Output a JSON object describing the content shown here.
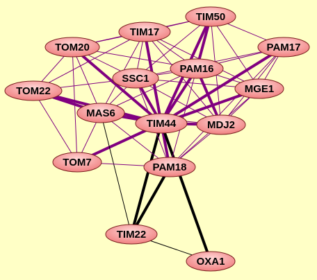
{
  "colors": {
    "background": "#ffffc6",
    "node_fill_light": "#ffd6d6",
    "node_fill_dark": "#f08080",
    "node_stroke": "#7a1f1f",
    "edge_purple": "#800080",
    "edge_black": "#000000"
  },
  "nodes": [
    {
      "id": "TIM50",
      "label": "TIM50"
    },
    {
      "id": "TIM17",
      "label": "TIM17"
    },
    {
      "id": "PAM17",
      "label": "PAM17"
    },
    {
      "id": "TOM20",
      "label": "TOM20"
    },
    {
      "id": "PAM16",
      "label": "PAM16"
    },
    {
      "id": "SSC1",
      "label": "SSC1"
    },
    {
      "id": "MGE1",
      "label": "MGE1"
    },
    {
      "id": "TOM22",
      "label": "TOM22"
    },
    {
      "id": "MAS6",
      "label": "MAS6"
    },
    {
      "id": "TIM44",
      "label": "TIM44"
    },
    {
      "id": "MDJ2",
      "label": "MDJ2"
    },
    {
      "id": "TOM7",
      "label": "TOM7"
    },
    {
      "id": "PAM18",
      "label": "PAM18"
    },
    {
      "id": "TIM22",
      "label": "TIM22"
    },
    {
      "id": "OXA1",
      "label": "OXA1"
    }
  ],
  "edges": [
    {
      "source": "TIM44",
      "target": "MAS6",
      "weight": "strong",
      "color": "purple"
    },
    {
      "source": "TIM44",
      "target": "TOM20",
      "weight": "strong",
      "color": "purple"
    },
    {
      "source": "TIM44",
      "target": "TIM17",
      "weight": "strong",
      "color": "purple"
    },
    {
      "source": "TIM44",
      "target": "TIM50",
      "weight": "strong",
      "color": "purple"
    },
    {
      "source": "TIM44",
      "target": "PAM17",
      "weight": "strong",
      "color": "purple"
    },
    {
      "source": "TIM44",
      "target": "PAM16",
      "weight": "strong",
      "color": "purple"
    },
    {
      "source": "TIM44",
      "target": "SSC1",
      "weight": "strong",
      "color": "purple"
    },
    {
      "source": "TIM44",
      "target": "MGE1",
      "weight": "strong",
      "color": "purple"
    },
    {
      "source": "TIM44",
      "target": "MDJ2",
      "weight": "strong",
      "color": "purple"
    },
    {
      "source": "TIM44",
      "target": "TOM7",
      "weight": "strong",
      "color": "purple"
    },
    {
      "source": "TIM44",
      "target": "PAM18",
      "weight": "strong",
      "color": "purple"
    },
    {
      "source": "TIM44",
      "target": "TOM22",
      "weight": "strong",
      "color": "purple"
    },
    {
      "source": "TIM44",
      "target": "TIM22",
      "weight": "strong",
      "color": "black"
    },
    {
      "source": "TIM44",
      "target": "OXA1",
      "weight": "strong",
      "color": "black"
    },
    {
      "source": "MAS6",
      "target": "TOM22",
      "weight": "strong",
      "color": "purple"
    },
    {
      "source": "PAM16",
      "target": "TIM50",
      "weight": "strong",
      "color": "purple"
    },
    {
      "source": "MDJ2",
      "target": "PAM16",
      "weight": "strong",
      "color": "purple"
    },
    {
      "source": "TIM50",
      "target": "TIM17",
      "weight": "weak",
      "color": "purple"
    },
    {
      "source": "TIM50",
      "target": "PAM17",
      "weight": "weak",
      "color": "purple"
    },
    {
      "source": "TIM50",
      "target": "SSC1",
      "weight": "weak",
      "color": "purple"
    },
    {
      "source": "TIM50",
      "target": "MGE1",
      "weight": "weak",
      "color": "purple"
    },
    {
      "source": "TIM50",
      "target": "MDJ2",
      "weight": "weak",
      "color": "purple"
    },
    {
      "source": "TIM50",
      "target": "TOM20",
      "weight": "weak",
      "color": "purple"
    },
    {
      "source": "TIM17",
      "target": "TOM20",
      "weight": "weak",
      "color": "purple"
    },
    {
      "source": "TIM17",
      "target": "PAM16",
      "weight": "weak",
      "color": "purple"
    },
    {
      "source": "TIM17",
      "target": "SSC1",
      "weight": "weak",
      "color": "purple"
    },
    {
      "source": "TIM17",
      "target": "MGE1",
      "weight": "weak",
      "color": "purple"
    },
    {
      "source": "TIM17",
      "target": "MDJ2",
      "weight": "weak",
      "color": "purple"
    },
    {
      "source": "TIM17",
      "target": "MAS6",
      "weight": "weak",
      "color": "purple"
    },
    {
      "source": "TIM17",
      "target": "TOM22",
      "weight": "weak",
      "color": "purple"
    },
    {
      "source": "PAM17",
      "target": "PAM16",
      "weight": "weak",
      "color": "purple"
    },
    {
      "source": "PAM17",
      "target": "SSC1",
      "weight": "weak",
      "color": "purple"
    },
    {
      "source": "PAM17",
      "target": "MGE1",
      "weight": "weak",
      "color": "purple"
    },
    {
      "source": "PAM17",
      "target": "MDJ2",
      "weight": "weak",
      "color": "purple"
    },
    {
      "source": "PAM17",
      "target": "PAM18",
      "weight": "weak",
      "color": "purple"
    },
    {
      "source": "TOM20",
      "target": "TOM22",
      "weight": "weak",
      "color": "purple"
    },
    {
      "source": "TOM20",
      "target": "SSC1",
      "weight": "weak",
      "color": "purple"
    },
    {
      "source": "TOM20",
      "target": "MAS6",
      "weight": "weak",
      "color": "purple"
    },
    {
      "source": "TOM20",
      "target": "TOM7",
      "weight": "weak",
      "color": "purple"
    },
    {
      "source": "TOM20",
      "target": "PAM16",
      "weight": "weak",
      "color": "purple"
    },
    {
      "source": "PAM16",
      "target": "SSC1",
      "weight": "weak",
      "color": "purple"
    },
    {
      "source": "PAM16",
      "target": "MGE1",
      "weight": "weak",
      "color": "purple"
    },
    {
      "source": "PAM16",
      "target": "MAS6",
      "weight": "weak",
      "color": "purple"
    },
    {
      "source": "PAM16",
      "target": "PAM18",
      "weight": "weak",
      "color": "purple"
    },
    {
      "source": "SSC1",
      "target": "MGE1",
      "weight": "weak",
      "color": "purple"
    },
    {
      "source": "SSC1",
      "target": "MAS6",
      "weight": "weak",
      "color": "purple"
    },
    {
      "source": "SSC1",
      "target": "MDJ2",
      "weight": "weak",
      "color": "purple"
    },
    {
      "source": "SSC1",
      "target": "TOM22",
      "weight": "weak",
      "color": "purple"
    },
    {
      "source": "SSC1",
      "target": "PAM18",
      "weight": "weak",
      "color": "purple"
    },
    {
      "source": "MGE1",
      "target": "MDJ2",
      "weight": "weak",
      "color": "purple"
    },
    {
      "source": "MGE1",
      "target": "PAM18",
      "weight": "weak",
      "color": "purple"
    },
    {
      "source": "TOM22",
      "target": "TOM7",
      "weight": "weak",
      "color": "purple"
    },
    {
      "source": "MAS6",
      "target": "TOM7",
      "weight": "weak",
      "color": "purple"
    },
    {
      "source": "MAS6",
      "target": "PAM18",
      "weight": "weak",
      "color": "purple"
    },
    {
      "source": "MAS6",
      "target": "MDJ2",
      "weight": "weak",
      "color": "purple"
    },
    {
      "source": "MAS6",
      "target": "TIM22",
      "weight": "weak",
      "color": "black"
    },
    {
      "source": "MDJ2",
      "target": "PAM18",
      "weight": "weak",
      "color": "purple"
    },
    {
      "source": "TOM7",
      "target": "PAM18",
      "weight": "weak",
      "color": "purple"
    },
    {
      "source": "PAM18",
      "target": "TIM22",
      "weight": "strong",
      "color": "black"
    },
    {
      "source": "TIM22",
      "target": "OXA1",
      "weight": "weak",
      "color": "black"
    }
  ]
}
